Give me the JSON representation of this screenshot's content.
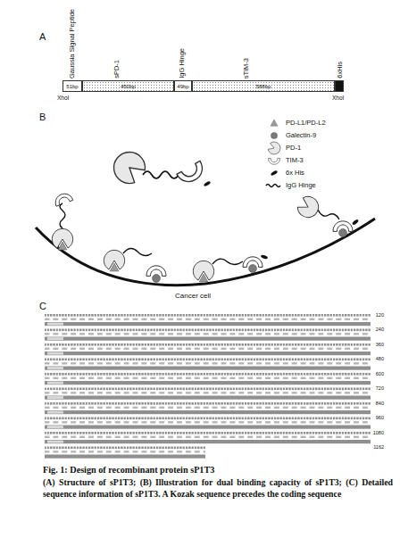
{
  "diagram": {
    "title": "Fig. 1: Design of recombinant protein sP1T3",
    "caption": "(A) Structure of sP1T3; (B) Illustration for dual binding capacity of sP1T3; (C) Detailed sequence information of sP1T3. A Kozak sequence precedes the coding sequence",
    "nodes": [
      {
        "text": [
          "Gaussia Signal Peptide",
          "51bp"
        ]
      },
      {
        "text": [
          "sPD-1",
          "450bp"
        ]
      },
      {
        "text": [
          "IgG Hinge",
          "49bp"
        ]
      },
      {
        "text": [
          "sTIM-3",
          "588bp"
        ]
      },
      {
        "text": [
          "6xHis"
        ]
      }
    ],
    "labels": [
      "A",
      "XhoI",
      "XhoI",
      "B",
      "Cancer cell",
      "C",
      "120",
      "240",
      "360",
      "480",
      "600",
      "720",
      "840",
      "960",
      "1080",
      "1162"
    ],
    "legend": [
      {
        "text": "PD-L1/PD-L2"
      },
      {
        "text": "Galectin-9"
      },
      {
        "text": "PD-1"
      },
      {
        "text": "TIM-3"
      },
      {
        "text": "6x His"
      },
      {
        "text": "IgG Hinge"
      }
    ]
  }
}
